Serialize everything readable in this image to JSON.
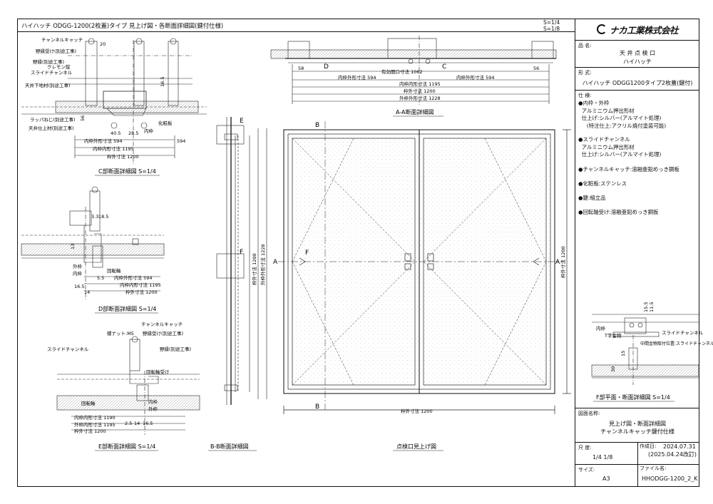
{
  "header": {
    "title": "ハイハッチ ODGG-1200(2枚蓋)タイプ 見上げ図・各断面詳細図(鍵付仕様)",
    "scale1": "S=1/4",
    "scale2": "S=1/8"
  },
  "logo": {
    "text": "ナカ工業株式会社"
  },
  "titleblock": {
    "name_label": "品 名:",
    "name_line1": "天 井 点 検 口",
    "name_line2": "ハイハッチ",
    "model_label": "形 式:",
    "model": "ハイハッチ ODGG1200タイプ2枚蓋(鍵付)",
    "spec_label": "仕 様:",
    "specs": [
      "●内枠・外枠\n  アルミニウム押出形材\n  仕上げ:シルバー(アルマイト処理)\n     (特注仕上:アクリル焼付塗装可能)",
      "●スライドチャンネル\n  アルミニウム押出形材\n  仕上げ:シルバー(アルマイト処理)",
      "●チャンネルキャッチ:溶融亜鉛めっき鋼板",
      "●化粧板:ステンレス",
      "●鍵:組立品",
      "●回転軸受け:溶融亜鉛めっき鋼板"
    ],
    "drawing_label": "図面名称:",
    "drawing_line1": "見上げ図・断面詳細図",
    "drawing_line2": "チャンネルキャッチ鍵付仕様",
    "scale_label": "尺 度:",
    "scale_value": "1/4  1/8",
    "date_label": "作成日:",
    "date_value": "2024.07.31",
    "revised": "(2025.04.24改訂)",
    "size_label": "サイズ:",
    "size_value": "A3",
    "file_label": "ファイル名:",
    "file_value": "HHODGG-1200_2_K"
  },
  "captions": {
    "c": "C部断面詳細図 S=1/4",
    "d": "D部断面詳細図 S=1/4",
    "e": "E部断面詳細図 S=1/4",
    "bb": "B-B断面詳細図",
    "aa": "A-A断面詳細図",
    "plan": "点検口見上げ図",
    "f": "F部平面・断面詳細図 S=1/4"
  },
  "c_labels": {
    "channel_catch": "チャンネルキャッチ",
    "nobuchi": "野縁受け(別途工事)",
    "nobuchi2": "野縁(別途工事)",
    "clip": "クレモン錠",
    "slide": "スライドチャンネル",
    "base": "天井下地材(別途工事)",
    "screw": "ラッパねじ(別途工事)",
    "board": "天井仕上材(別途工事)",
    "inner": "内枠",
    "deco": "化粧板",
    "d1": "内枠外形寸法 594",
    "d2": "内枠内形寸法 1195",
    "d3": "枠外寸法 1200",
    "n20": "20",
    "n405": "40.5",
    "n285": "28.5",
    "n165": "16.5",
    "n56": "56",
    "n594": "594"
  },
  "d_labels": {
    "d1": "内枠外形寸法 594",
    "d2": "内枠内形寸法 1195",
    "d3": "枠外寸法 1200",
    "outer": "外枠",
    "inner": "内枠",
    "bearing": "回転軸",
    "n33": "3.3",
    "n185": "18.5",
    "n165": "16.5",
    "n14": "14",
    "n55": "5.5",
    "n13": "13"
  },
  "e_labels": {
    "nut": "蝶ナット:M5",
    "catch": "チャンネルキャッチ",
    "nobuchi": "野縁受け(別途工事)",
    "nobuchi2": "野縁(別途工事)",
    "slide": "スライドチャンネル",
    "bearing": "回転軸受け",
    "shaft": "回転軸",
    "inner": "内枠",
    "outer": "外枠",
    "d1": "内枠内形寸法 1190",
    "d2": "外枠内形寸法 1195",
    "d3": "枠外寸法 1200",
    "n25": "2.5",
    "n14": "14",
    "n165": "16.5"
  },
  "aa_labels": {
    "d1": "有効開口寸法 1062",
    "d0": "内枠外形寸法 594",
    "d0b": "内枠外形寸法 594",
    "d2": "内枠内形寸法 1195",
    "d3": "枠外寸法 1200",
    "d4": "外枠外形寸法 1228",
    "n58": "58",
    "n56": "56",
    "D": "D",
    "C": "C"
  },
  "bb_labels": {
    "E": "E",
    "F": "F",
    "d1": "枠外寸法 1200",
    "d2": "外枠外形寸法 1228"
  },
  "plan_labels": {
    "B_top": "B",
    "B_bot": "B",
    "A_left": "A",
    "A_right": "A",
    "F": "F",
    "dim_bottom": "枠外寸法 1200",
    "dim_right": "枠外寸法 1200"
  },
  "f_labels": {
    "inner": "内枠",
    "tpiece": "T字金物",
    "slide": "スライドチャンネル",
    "middle": "中間金物取付位置:スライドチャンネル",
    "n30": "30",
    "n155": "15.5",
    "n115": "11.5",
    "n15": "15"
  }
}
